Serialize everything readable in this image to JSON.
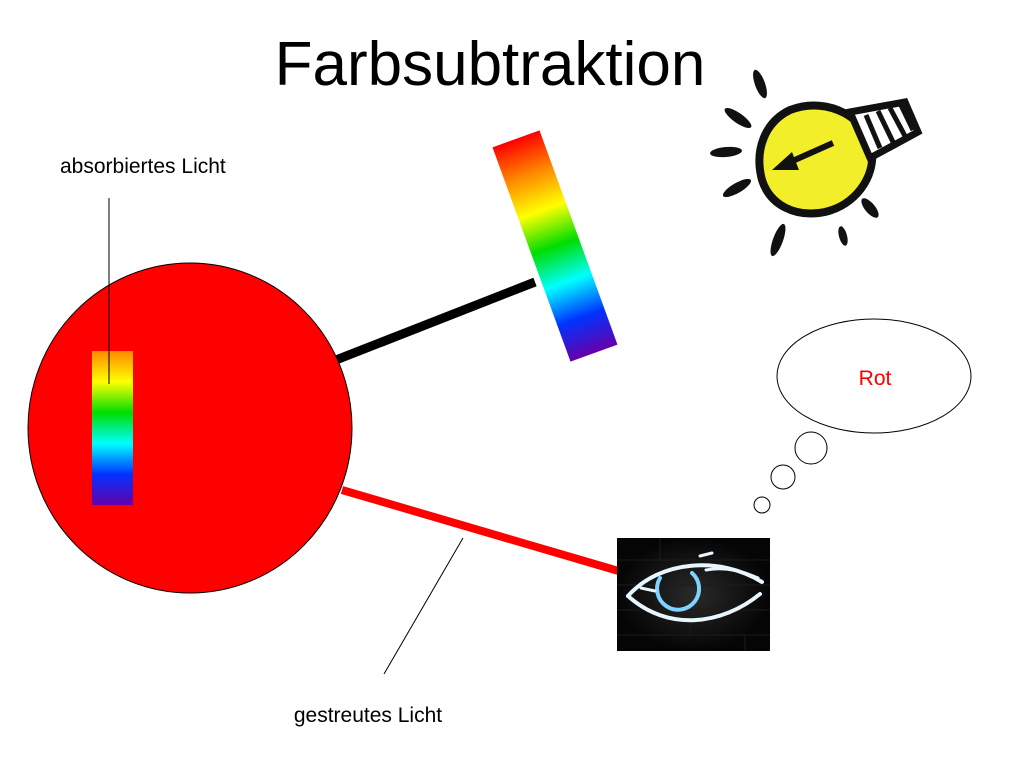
{
  "slide": {
    "title": "Farbsubtraktion",
    "absorbed_label": "absorbiertes Licht",
    "scattered_label": "gestreutes Licht",
    "thought_text": "Rot"
  },
  "icons": {
    "light_source": "lightbulb-icon",
    "observer": "neon-eye-icon"
  },
  "colors": {
    "object": "#ff0000",
    "reflected_ray": "#ff0000",
    "incoming_ray": "#000000",
    "thought_text": "#ff0000",
    "bulb_fill": "#f2ee2a",
    "eye_background": "#0b0b0b",
    "eye_iris": "#7fd3ff",
    "spectrum": [
      "#ff0000",
      "#ff8800",
      "#ffff00",
      "#00dd00",
      "#00ffff",
      "#0033ff",
      "#6600aa"
    ],
    "absorbed_spectrum": [
      "#ff8800",
      "#ffff00",
      "#00dd00",
      "#00ffff",
      "#0033ff",
      "#6600aa"
    ]
  }
}
